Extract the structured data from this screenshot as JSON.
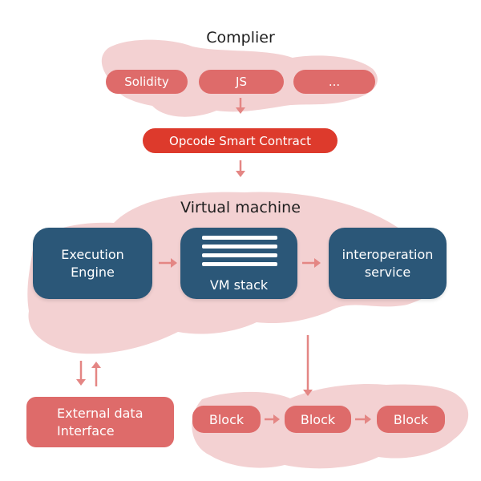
{
  "compiler": {
    "title": "Complier",
    "languages": [
      "Solidity",
      "JS",
      "..."
    ]
  },
  "opcode": {
    "label": "Opcode Smart Contract"
  },
  "vm": {
    "title": "Virtual machine",
    "execution_engine": {
      "line1": "Execution",
      "line2": "Engine"
    },
    "vm_stack": {
      "label": "VM stack"
    },
    "interop": {
      "line1": "interoperation",
      "line2": "service"
    }
  },
  "external": {
    "line1": "External data",
    "line2": "Interface"
  },
  "blocks": [
    "Block",
    "Block",
    "Block"
  ],
  "colors": {
    "blob": "#f3d1d2",
    "rose": "#de6b6a",
    "red": "#dd3a2c",
    "navy": "#2b5778",
    "arrow": "#e48684"
  }
}
